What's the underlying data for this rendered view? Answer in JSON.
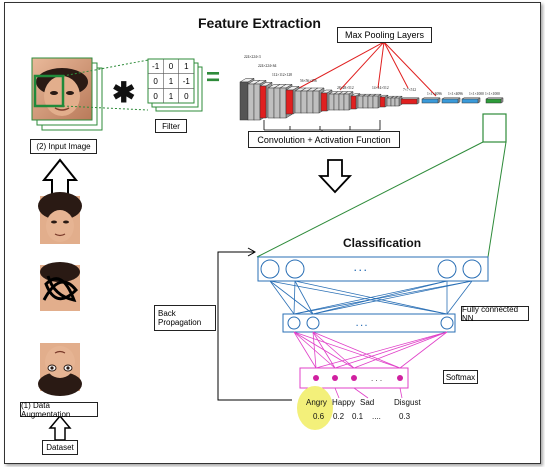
{
  "titles": {
    "feature_extraction": "Feature Extraction",
    "classification": "Classification"
  },
  "labels": {
    "max_pooling": "Max Pooling Layers",
    "conv_activation": "Convolution + Activation Function",
    "filter": "Filter",
    "input_image": "(2) Input Image",
    "data_augmentation": "(1) Data Augmentation",
    "dataset": "Dataset",
    "back_propagation_1": "Back",
    "back_propagation_2": "Propagation",
    "fully_connected": "Fully connected NN",
    "softmax": "Softmax",
    "convolution_operator": "✱",
    "equals": "="
  },
  "filter_matrix": [
    [
      "-1",
      "0",
      "1"
    ],
    [
      "0",
      "1",
      "-1"
    ],
    [
      "0",
      "1",
      "0"
    ]
  ],
  "layer_dims": [
    "224×224×3",
    "224×224×64",
    "112×112×128",
    "56×56×256",
    "28×28×512",
    "14×14×512",
    "7×7×512",
    "1×1×4096",
    "1×1×4096",
    "1×1×1000",
    "1×1×1000"
  ],
  "outputs": {
    "classes": [
      "Angry",
      "Happy",
      "Sad",
      "Disgust"
    ],
    "probabilities": [
      "0.6",
      "0.2",
      "0.1",
      "....",
      "0.3"
    ]
  },
  "hidden_dots": ". . .",
  "colors": {
    "conv_layer": "#bfbfbf",
    "pool_layer": "#e02020",
    "dense_layer": "#3a9ad9",
    "softmax_layer": "#2e9c3a",
    "network_line": "#2a6fb5",
    "output_line": "#e040c8",
    "highlight": "#f3f07a",
    "stem_line": "#2e8b3a"
  }
}
